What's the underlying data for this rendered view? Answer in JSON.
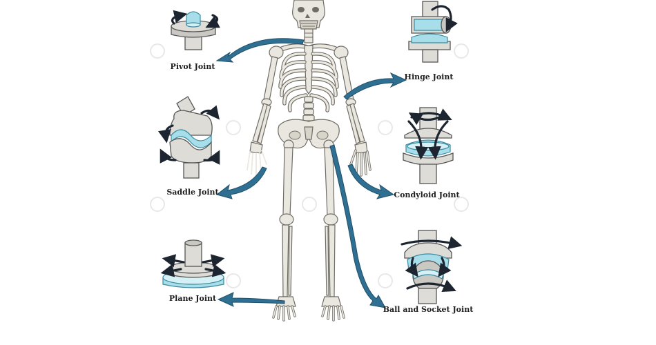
{
  "labels": {
    "pivot": "Pivot Joint",
    "hinge": "Hinge Joint",
    "saddle": "Saddle Joint",
    "condyloid": "Condyloid Joint",
    "plane": "Plane Joint",
    "ball": "Ball and Socket Joint"
  },
  "colors": {
    "arrow": "#2f6f92",
    "cartilage": "#a8dee9",
    "bone": "#e9e7df",
    "motion_arrow": "#1d2630"
  }
}
